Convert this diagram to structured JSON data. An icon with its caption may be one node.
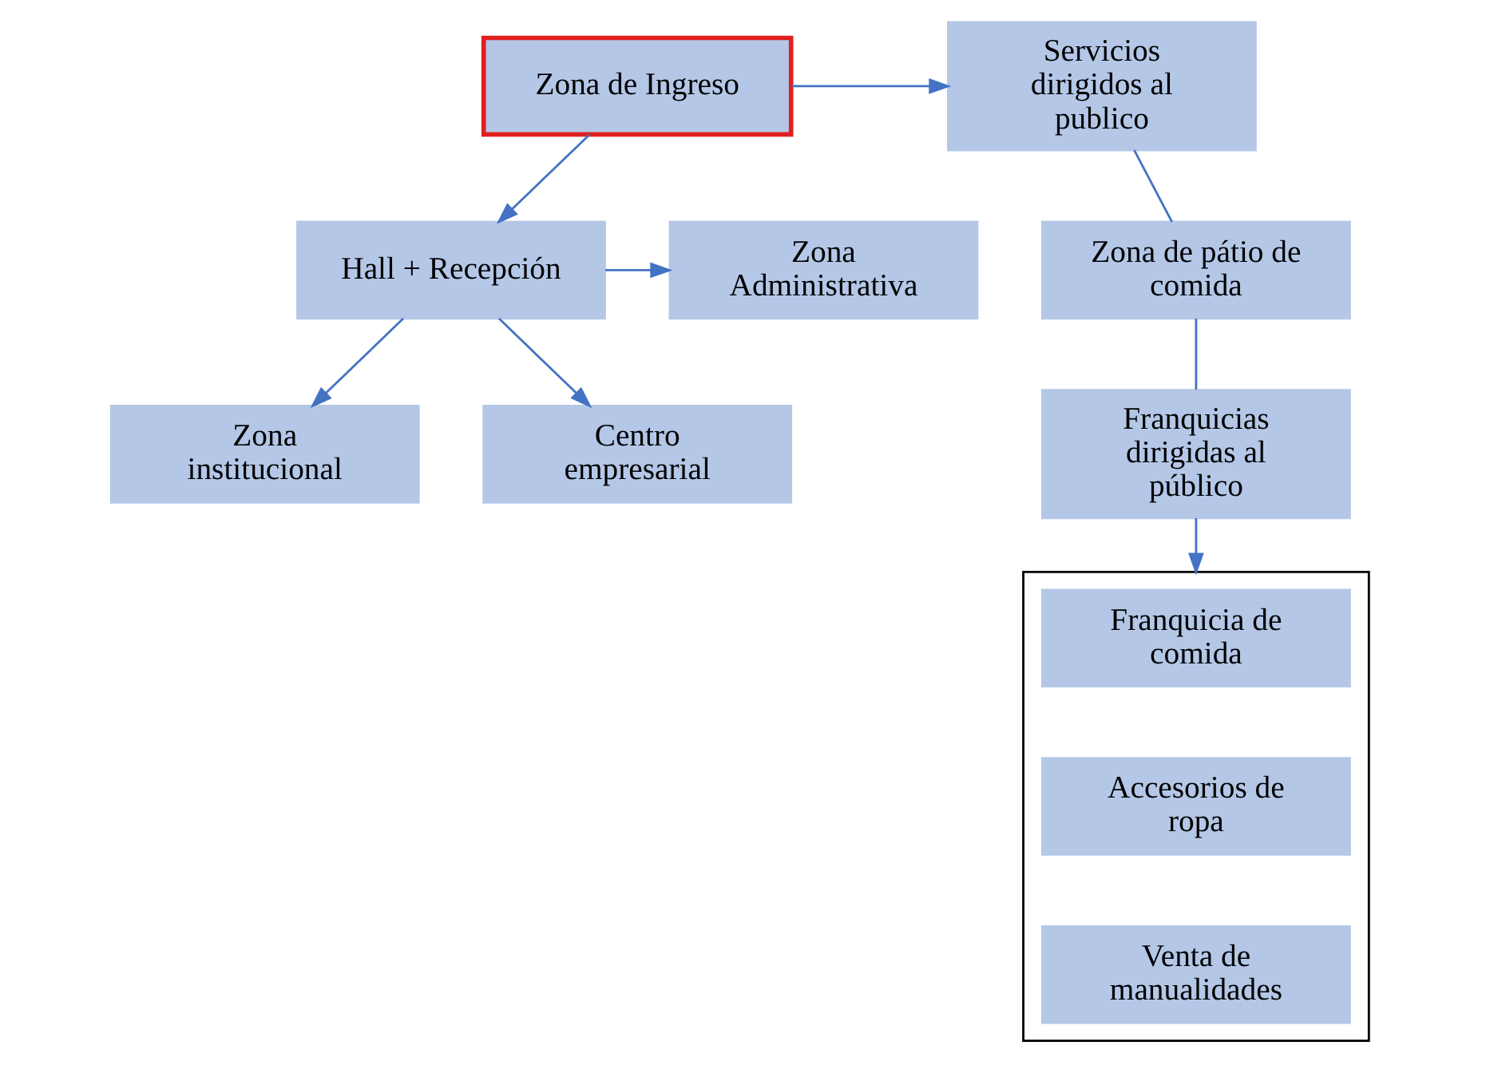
{
  "diagram": {
    "nodes": [
      {
        "text": [
          "Zona de Ingreso"
        ]
      },
      {
        "text": [
          "Servicios dirigidos al publico"
        ]
      },
      {
        "text": [
          "Hall + Recepción"
        ]
      },
      {
        "text": [
          "Zona Administrativa"
        ]
      },
      {
        "text": [
          "Zona de pátio de comida"
        ]
      },
      {
        "text": [
          "Franquicias dirigidas al público"
        ]
      },
      {
        "text": [
          "Zona institucional"
        ]
      },
      {
        "text": [
          "Centro empresarial"
        ]
      },
      {
        "text": [],
        "shape": "box"
      },
      {
        "text": [
          "Franquicia de comida"
        ],
        "in": 8
      },
      {
        "text": [
          "Accesorios de ropa"
        ],
        "in": 8
      },
      {
        "text": [
          "Venta de manualidades"
        ],
        "in": 8
      }
    ],
    "edges": [
      {
        "from": 0,
        "to": 1,
        "arrow": "to"
      },
      {
        "from": 0,
        "to": 2,
        "arrow": "to"
      },
      {
        "from": 2,
        "to": 3,
        "arrow": "to"
      },
      {
        "from": 1,
        "to": 4,
        "arrow": "none"
      },
      {
        "from": 4,
        "to": 5,
        "arrow": "none"
      },
      {
        "from": 5,
        "to": 8,
        "arrow": "to"
      },
      {
        "from": 2,
        "to": 6,
        "arrow": "to"
      },
      {
        "from": 2,
        "to": 7,
        "arrow": "to"
      }
    ]
  }
}
